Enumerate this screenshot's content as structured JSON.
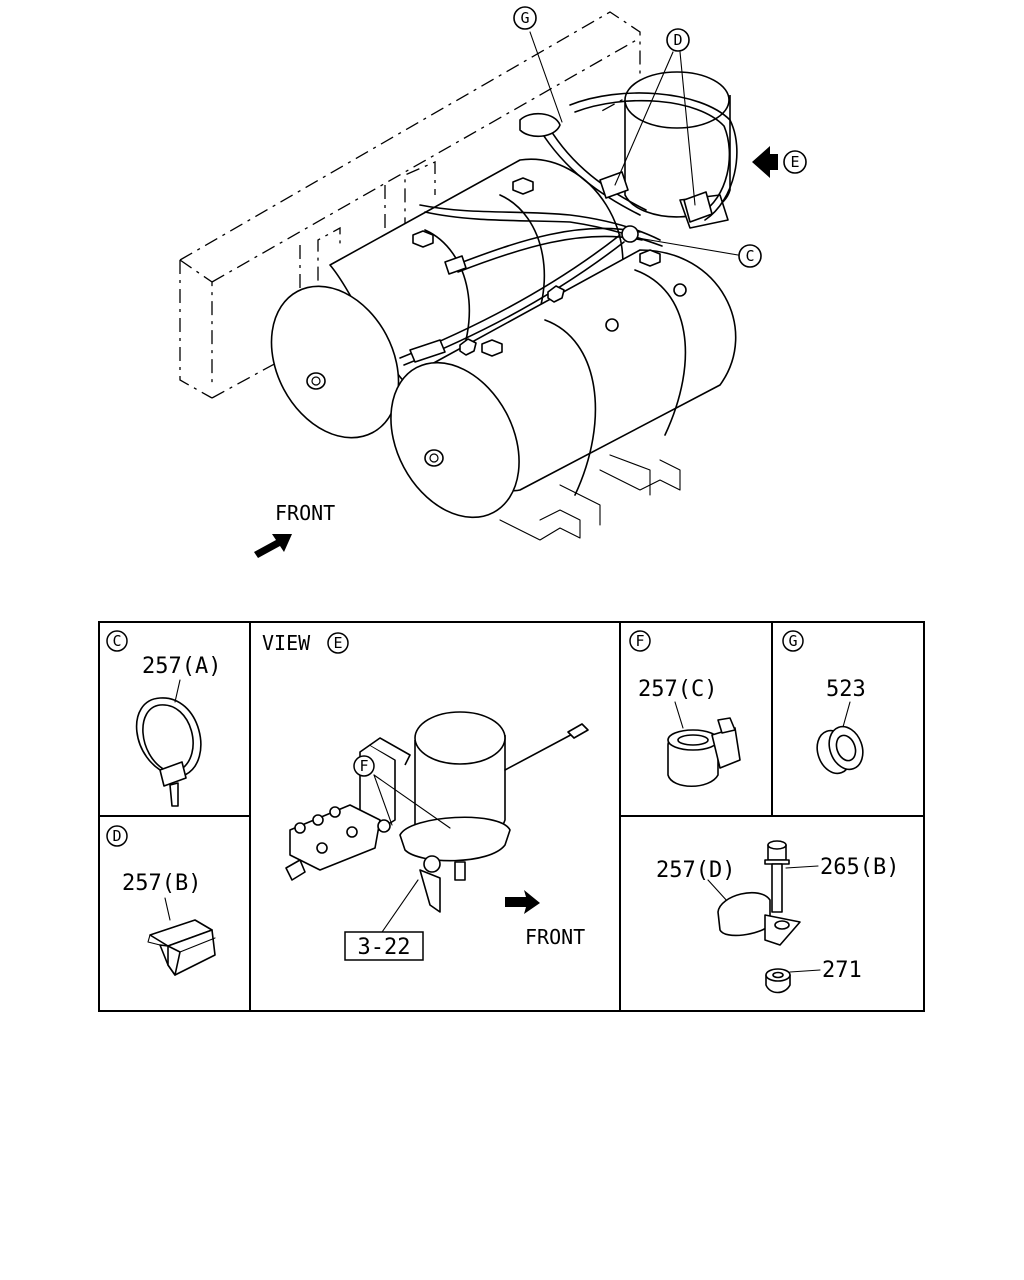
{
  "callouts": {
    "g": "G",
    "d": "D",
    "e": "E",
    "c": "C"
  },
  "main_view": {
    "front_label": "FRONT"
  },
  "panels": {
    "c": {
      "letter": "C",
      "part": "257(A)"
    },
    "d": {
      "letter": "D",
      "part": "257(B)"
    },
    "view_e": {
      "title": "VIEW",
      "letter": "E",
      "callout_f": "F",
      "ref_box": "3-22",
      "front_label": "FRONT"
    },
    "f": {
      "letter": "F",
      "part": "257(C)"
    },
    "g": {
      "letter": "G",
      "part": "523"
    },
    "hardware": {
      "part_clip": "257(D)",
      "part_bolt": "265(B)",
      "part_nut": "271"
    }
  }
}
